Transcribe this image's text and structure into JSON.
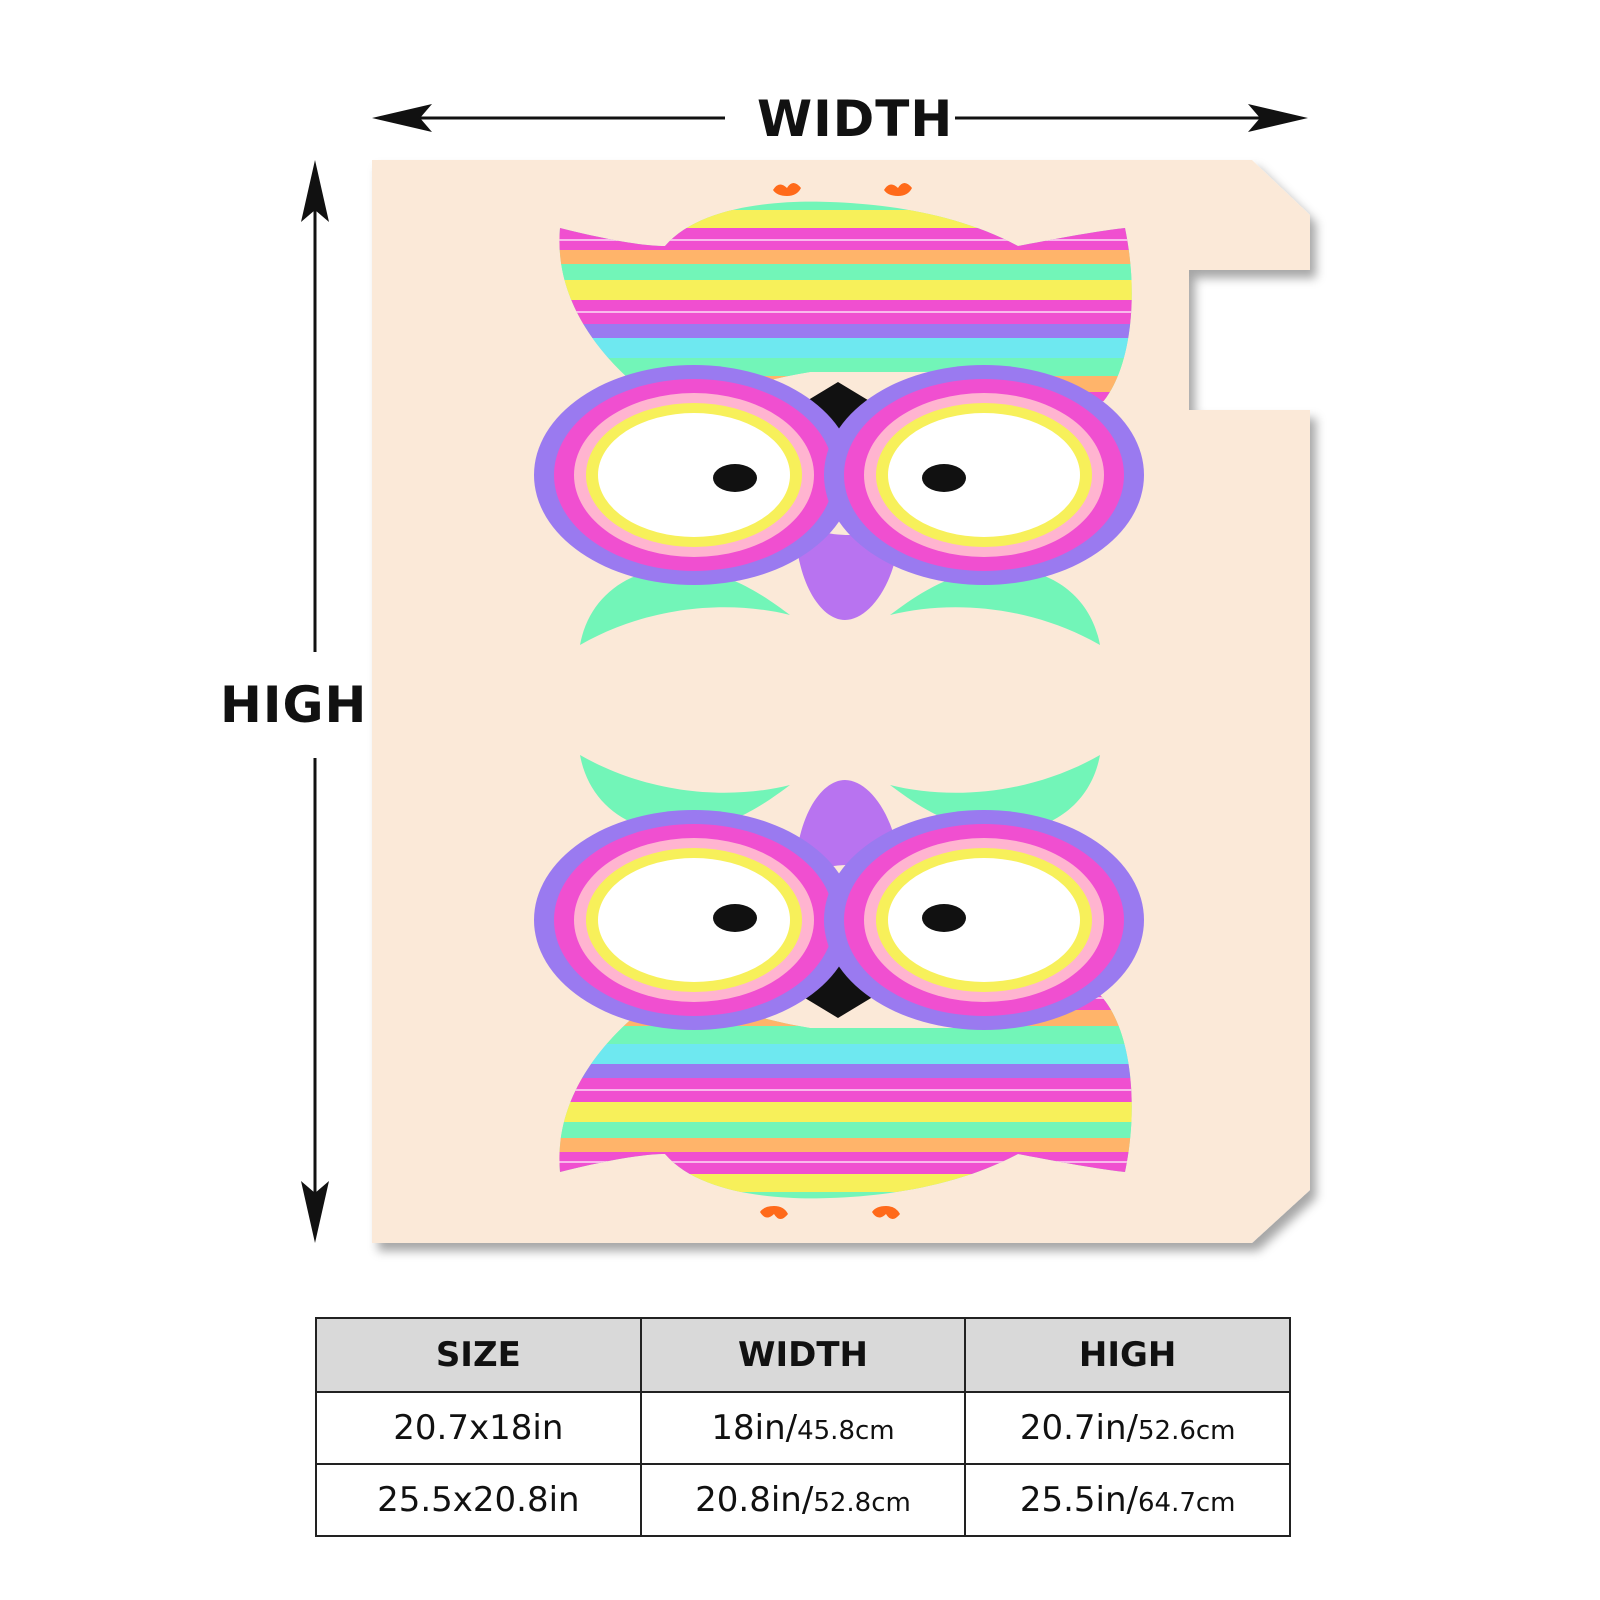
{
  "labels": {
    "width": "WIDTH",
    "high": "HIGH"
  },
  "product": {
    "background_color": "#fbe9d8",
    "description": "mailbox cover printed with two mirrored colorful tribal owls"
  },
  "table": {
    "headers": [
      "SIZE",
      "WIDTH",
      "HIGH"
    ],
    "rows": [
      {
        "size": "20.7x18in",
        "width_in": "18in",
        "width_sep": "/",
        "width_cm": "45.8cm",
        "high_in": "20.7in",
        "high_sep": "/",
        "high_cm": "52.6cm"
      },
      {
        "size": "25.5x20.8in",
        "width_in": "20.8in",
        "width_sep": "/",
        "width_cm": "52.8cm",
        "high_in": "25.5in",
        "high_sep": "/",
        "high_cm": "64.7cm"
      }
    ]
  },
  "colors": {
    "pink": "#f04fd0",
    "mint": "#72f5b8",
    "purple": "#9a7af0",
    "yellow": "#f7f05a",
    "orange": "#ff6a1a",
    "beak": "#111111"
  }
}
